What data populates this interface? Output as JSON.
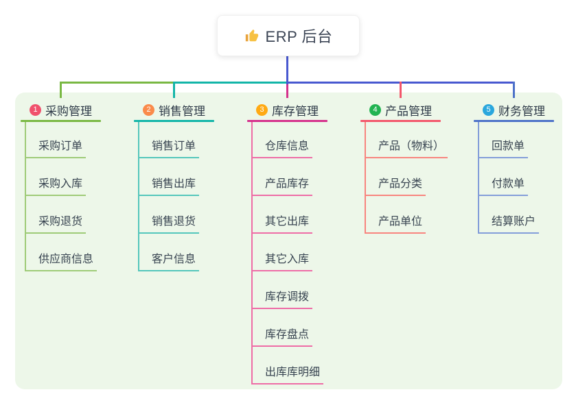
{
  "root": {
    "icon": "thumbs-up-icon",
    "label": "ERP 后台"
  },
  "colors": {
    "root_line": "#4858d0",
    "panel_bg": "#edf7e9",
    "card_bg": "#ffffff",
    "header_text": "#2d3947",
    "child_text": "#374350"
  },
  "branches": [
    {
      "badge": "1",
      "label": "采购管理",
      "badge_color": "#f0516d",
      "line_color": "#79b843",
      "light_color": "#9ecb77",
      "children": [
        "采购订单",
        "采购入库",
        "采购退货",
        "供应商信息"
      ]
    },
    {
      "badge": "2",
      "label": "销售管理",
      "badge_color": "#fa8b4b",
      "line_color": "#12b5a8",
      "light_color": "#53c6bb",
      "children": [
        "销售订单",
        "销售出库",
        "销售退货",
        "客户信息"
      ]
    },
    {
      "badge": "3",
      "label": "库存管理",
      "badge_color": "#ffaa14",
      "line_color": "#d5308c",
      "light_color": "#ee6ca6",
      "children": [
        "仓库信息",
        "产品库存",
        "其它出库",
        "其它入库",
        "库存调拨",
        "库存盘点",
        "出库库明细"
      ]
    },
    {
      "badge": "4",
      "label": "产品管理",
      "badge_color": "#21b351",
      "line_color": "#f3566b",
      "light_color": "#f8847e",
      "children": [
        "产品（物料）",
        "产品分类",
        "产品单位"
      ]
    },
    {
      "badge": "5",
      "label": "财务管理",
      "badge_color": "#2aa7dd",
      "line_color": "#4d72c8",
      "light_color": "#839dd9",
      "children": [
        "回款单",
        "付款单",
        "结算账户"
      ]
    }
  ]
}
